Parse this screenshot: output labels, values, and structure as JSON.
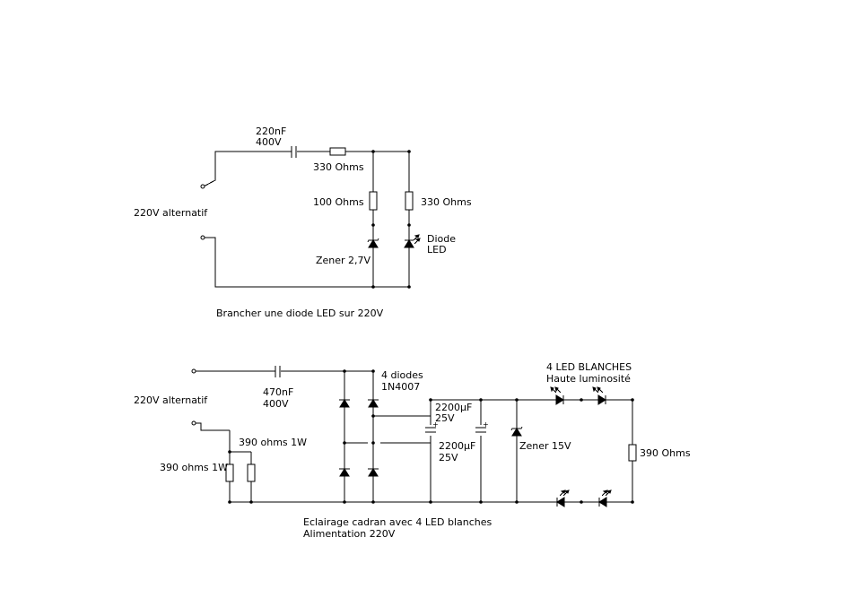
{
  "circuit1": {
    "cap_value": "220nF",
    "cap_voltage": "400V",
    "series_resistor": "330 Ohms",
    "resistor_zener_branch": "100 Ohms",
    "resistor_led_branch": "330 Ohms",
    "zener": "Zener 2,7V",
    "led_line1": "Diode",
    "led_line2": "LED",
    "input": "220V alternatif",
    "caption": "Brancher une diode LED sur 220V"
  },
  "circuit2": {
    "cap_value": "470nF",
    "cap_voltage": "400V",
    "input": "220V alternatif",
    "bridge_line1": "4 diodes",
    "bridge_line2": "1N4007",
    "cap1_value": "2200µF",
    "cap1_voltage": "25V",
    "cap2_value": "2200µF",
    "cap2_voltage": "25V",
    "zener": "Zener 15V",
    "leds_title": "4 LED BLANCHES",
    "leds_subtitle": "Haute luminosité",
    "load_resistor": "390 Ohms",
    "input_resistor_top": "390 ohms 1W",
    "input_resistor_left": "390 ohms 1W",
    "caption_line1": "Eclairage cadran avec 4 LED blanches",
    "caption_line2": "Alimentation 220V"
  }
}
